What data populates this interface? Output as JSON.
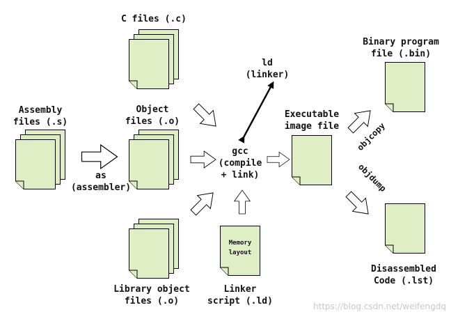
{
  "colors": {
    "doc_fill": "#dfeec4",
    "stroke": "#000000",
    "arrow_fill": "#ffffff",
    "watermark": "#c8c8c8"
  },
  "labels": {
    "c_files": "C files (.c)",
    "ld_1": "ld",
    "ld_2": "(linker)",
    "binary_1": "Binary program",
    "binary_2": "file (.bin)",
    "assembly_1": "Assembly",
    "assembly_2": "files (.s)",
    "object_1": "Object",
    "object_2": "files (.o)",
    "executable_1": "Executable",
    "executable_2": "image file",
    "objcopy": "objcopy",
    "objdump": "objdump",
    "as_1": "as",
    "as_2": "(assembler)",
    "gcc_1": "gcc",
    "gcc_2": "(compile",
    "gcc_3": "+ link)",
    "memory_1": "Memory",
    "memory_2": "layout",
    "library_1": "Library object",
    "library_2": "files (.o)",
    "linker_1": "Linker",
    "linker_2": "script (.ld)",
    "disassembled_1": "Disassembled",
    "disassembled_2": "Code (.lst)"
  },
  "watermark": "https://blog.csdn.net/weifengdq"
}
